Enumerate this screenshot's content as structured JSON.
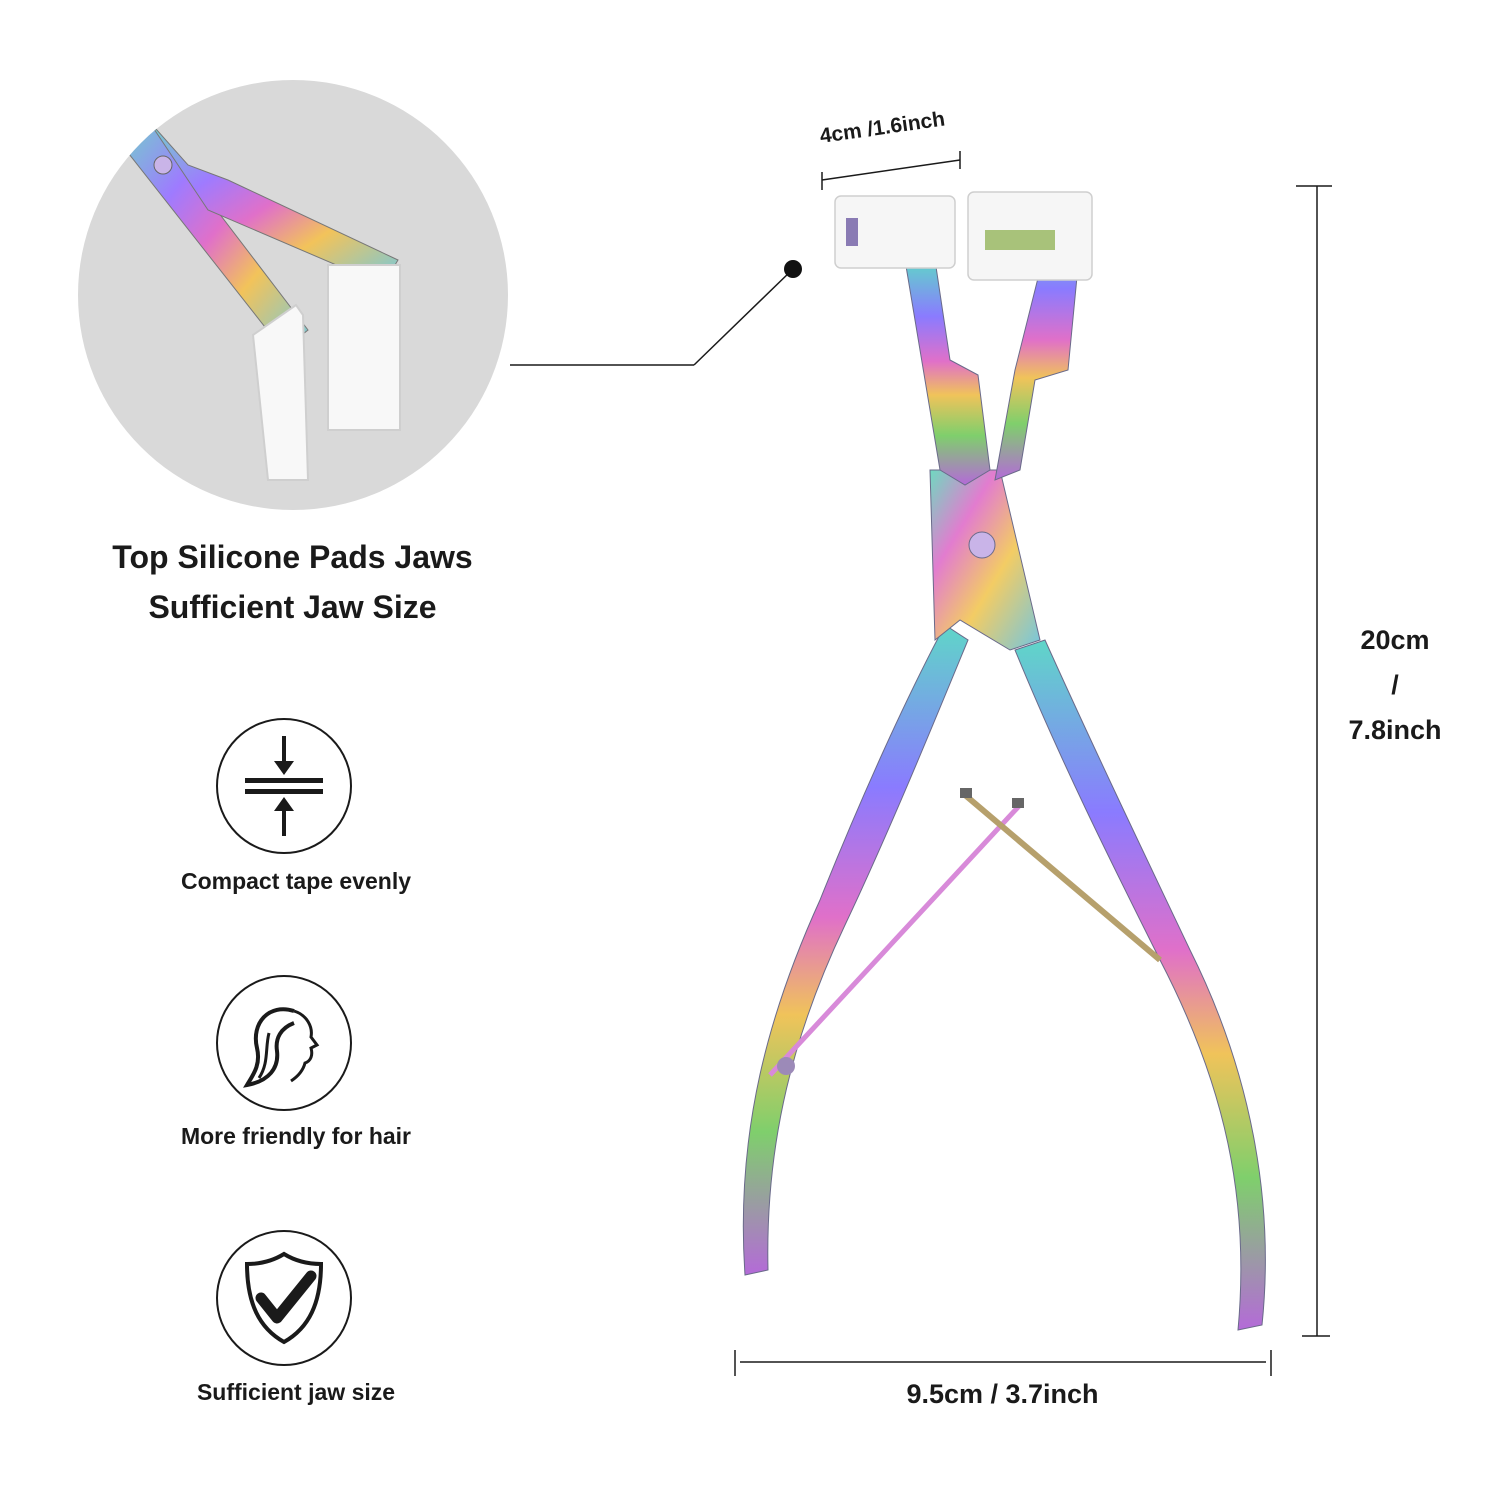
{
  "headline": {
    "line1": "Top Silicone Pads Jaws",
    "line2": "Sufficient Jaw Size"
  },
  "features": [
    {
      "icon": "compress-arrows-icon",
      "label": "Compact tape evenly"
    },
    {
      "icon": "woman-profile-hair-icon",
      "label": "More friendly for hair"
    },
    {
      "icon": "shield-check-icon",
      "label": "Sufficient jaw size"
    }
  ],
  "dimensions": {
    "jaw_width": "4cm /1.6inch",
    "height_cm": "20cm",
    "height_sep": "/",
    "height_in": "7.8inch",
    "width": "9.5cm / 3.7inch"
  },
  "colors": {
    "text": "#1a1a1a",
    "zoom_background": "#d9d9d9",
    "silicone_pad": "#f6f6f6",
    "rainbow": [
      "#4fd1c5",
      "#7b61ff",
      "#e066c8",
      "#f2c14e",
      "#7ccf6a"
    ]
  }
}
